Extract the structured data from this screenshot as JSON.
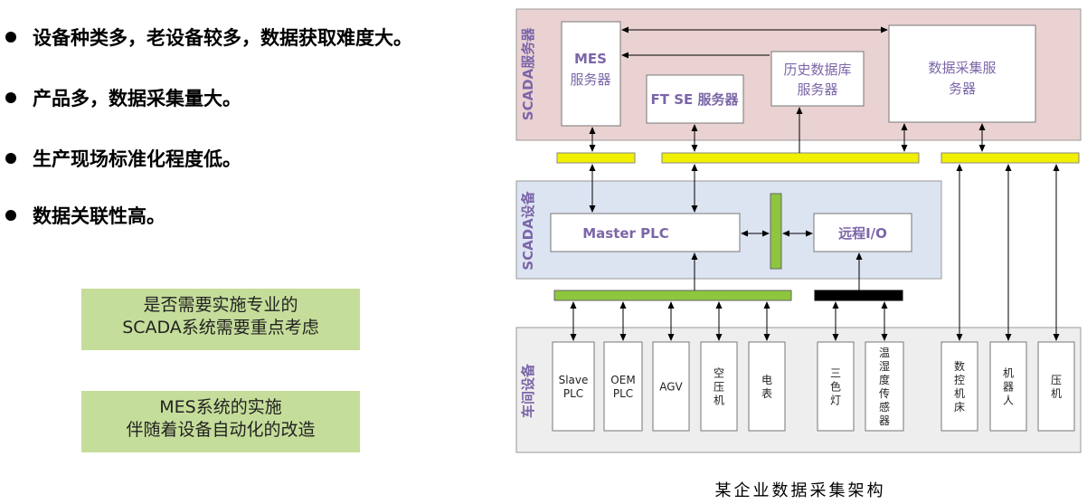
{
  "bullets": [
    "设备种类多，老设备较多，数据获取难度大。",
    "产品多，数据采集量大。",
    "生产现场标准化程度低。",
    "数据关联性高。"
  ],
  "callouts": [
    {
      "line1": "是否需要实施专业的",
      "line2": "SCADA系统需要重点考虑"
    },
    {
      "line1": "MES系统的实施",
      "line2": "伴随着设备自动化的改造"
    }
  ],
  "diagram": {
    "layers": {
      "server": "SCADA服务器",
      "scada": "SCADA设备",
      "shop": "车间设备"
    },
    "servers": {
      "mes_line1": "MES",
      "mes_line2": "服务器",
      "ftse": "FT SE 服务器",
      "history_line1": "历史数据库",
      "history_line2": "服务器",
      "collect_line1": "数据采集服",
      "collect_line2": "务器"
    },
    "scada_devices": {
      "master_plc": "Master PLC",
      "remote_io": "远程I/O"
    },
    "shop_devices": [
      [
        "Slave",
        "PLC"
      ],
      [
        "OEM",
        "PLC"
      ],
      [
        "AGV"
      ],
      [
        "空",
        "压",
        "机"
      ],
      [
        "电",
        "表"
      ],
      [
        "三",
        "色",
        "灯"
      ],
      [
        "温",
        "湿",
        "度",
        "传",
        "感",
        "器"
      ],
      [
        "数",
        "控",
        "机",
        "床"
      ],
      [
        "机",
        "器",
        "人"
      ],
      [
        "压",
        "机"
      ]
    ],
    "colors": {
      "server_bg": "#ead2d2",
      "scada_bg": "#dce4f2",
      "shop_bg": "#eeeeee",
      "yellow_bus": "#f0f000",
      "green_bus": "#8ec63f",
      "black_bus": "#000000",
      "label_purple": "#7b66a8"
    },
    "caption": "某企业数据采集架构"
  }
}
